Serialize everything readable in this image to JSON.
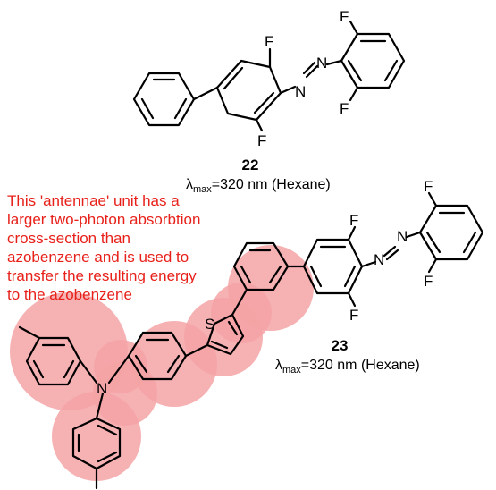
{
  "compounds": [
    {
      "label": "22",
      "lambda_symbol": "λ",
      "lambda_sub": "max",
      "lambda_value": "=320 nm (Hexane)"
    },
    {
      "label": "23",
      "lambda_symbol": "λ",
      "lambda_sub": "max",
      "lambda_value": "=320 nm (Hexane)"
    }
  ],
  "annotation": {
    "lines": [
      "This 'antennae' unit has a",
      "larger two-photon absorbtion",
      "cross-section than",
      "azobenzene and is used to",
      "transfer the resulting energy",
      "to the azobenzene"
    ],
    "color": "#e8201a"
  },
  "atoms": {
    "fluorine": "F",
    "nitrogen": "N",
    "sulfur": "S"
  },
  "highlight_color": "#f4a3a6"
}
